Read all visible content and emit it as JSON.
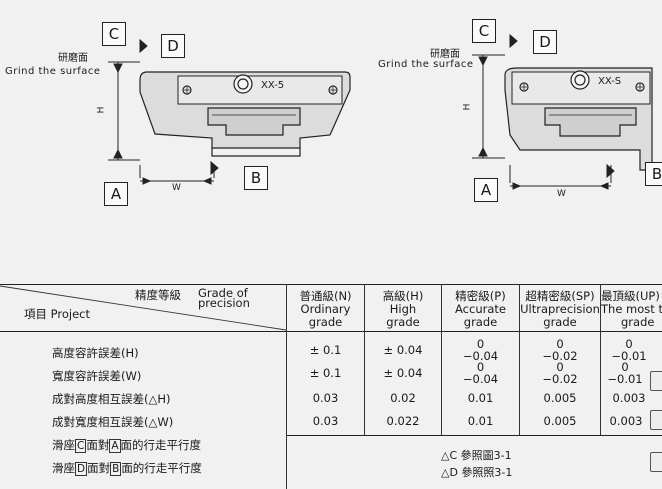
{
  "figure": {
    "grind_cn": "研磨面",
    "grind_en": "Grind the surface",
    "left": {
      "A": "A",
      "B": "B",
      "C": "C",
      "D": "D",
      "H": "H",
      "W": "W",
      "code": "XX-5"
    },
    "right": {
      "A": "A",
      "B": "B",
      "C": "C",
      "D": "D",
      "H": "H",
      "W": "W",
      "code": "XX-S"
    }
  },
  "table": {
    "header": {
      "grade_cn": "精度等級",
      "grade_en_1": "Grade of",
      "grade_en_2": "precision",
      "project": "項目 Project",
      "cols": [
        {
          "cn": "普通級(N)",
          "en1": "Ordinary",
          "en2": "grade"
        },
        {
          "cn": "高級(H)",
          "en1": "High",
          "en2": "grade"
        },
        {
          "cn": "精密級(P)",
          "en1": "Accurate",
          "en2": "grade"
        },
        {
          "cn": "超精密級(SP)",
          "en1": "Ultraprecision",
          "en2": "grade"
        },
        {
          "cn": "最頂級(UP)",
          "en1": "The most top",
          "en2": "grade"
        }
      ]
    },
    "rows": [
      {
        "label": "高度容許誤差(H)",
        "n": "± 0.1",
        "h": "± 0.04",
        "p_top": "0",
        "p_bot": "−0.04",
        "sp_top": "0",
        "sp_bot": "−0.02",
        "up_top": "0",
        "up_bot": "−0.01"
      },
      {
        "label": "寬度容許誤差(W)",
        "n": "± 0.1",
        "h": "± 0.04",
        "p_top": "0",
        "p_bot": "−0.04",
        "sp_top": "0",
        "sp_bot": "−0.02",
        "up_top": "0",
        "up_bot": "−0.01"
      },
      {
        "label": "成對高度相互誤差(△H)",
        "n": "0.03",
        "h": "0.02",
        "p": "0.01",
        "sp": "0.005",
        "up": "0.003"
      },
      {
        "label": "成對寬度相互誤差(△W)",
        "n": "0.03",
        "h": "0.022",
        "p": "0.01",
        "sp": "0.005",
        "up": "0.003"
      }
    ],
    "parallel_rows": [
      {
        "pre": "滑座",
        "box1": "C",
        "mid": "面對",
        "box2": "A",
        "post": "面的行走平行度"
      },
      {
        "pre": "滑座",
        "box1": "D",
        "mid": "面對",
        "box2": "B",
        "post": "面的行走平行度"
      }
    ],
    "notes": [
      {
        "tri": "△C",
        "text": "參照圖3-1"
      },
      {
        "tri": "△D",
        "text": "參照照3-1"
      }
    ]
  }
}
